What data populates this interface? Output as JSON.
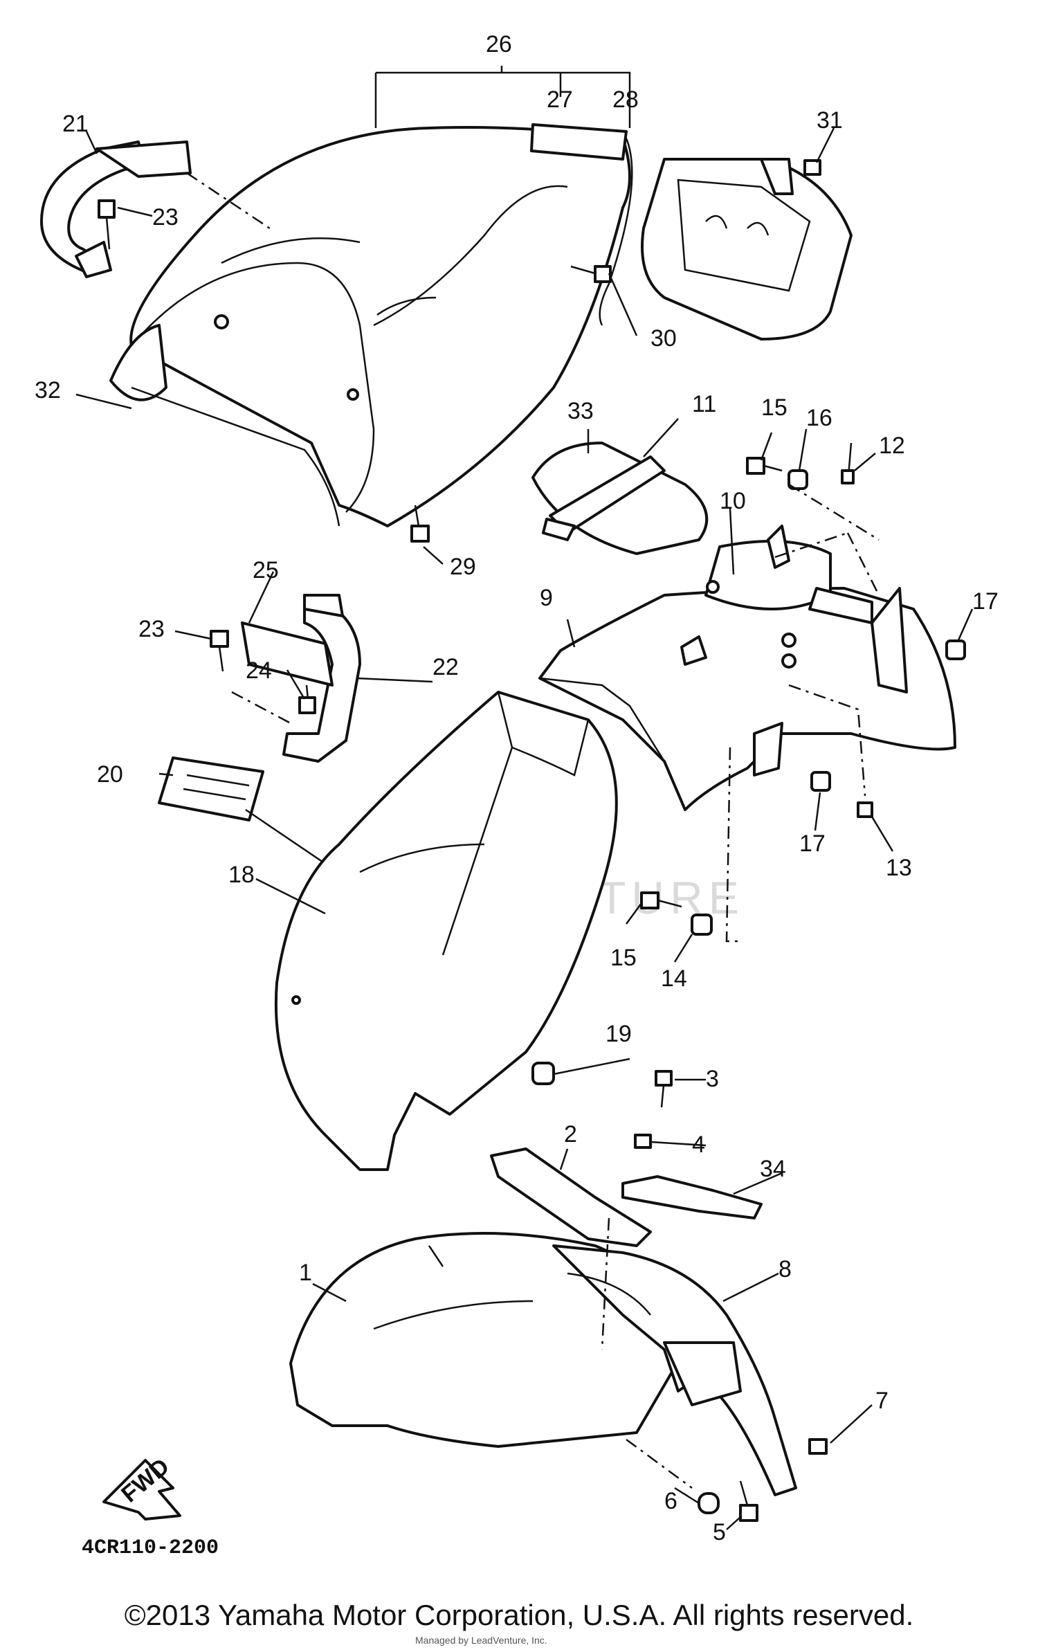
{
  "diagram": {
    "drawing_code": "4CR110-2200",
    "watermark": "LEADVENTURE",
    "fwd_arrow_label": "FWD",
    "callouts": [
      {
        "id": "c1",
        "label": "1"
      },
      {
        "id": "c2",
        "label": "2"
      },
      {
        "id": "c3",
        "label": "3"
      },
      {
        "id": "c4",
        "label": "4"
      },
      {
        "id": "c5",
        "label": "5"
      },
      {
        "id": "c6",
        "label": "6"
      },
      {
        "id": "c7",
        "label": "7"
      },
      {
        "id": "c8",
        "label": "8"
      },
      {
        "id": "c9",
        "label": "9"
      },
      {
        "id": "c10",
        "label": "10"
      },
      {
        "id": "c11",
        "label": "11"
      },
      {
        "id": "c12",
        "label": "12"
      },
      {
        "id": "c13",
        "label": "13"
      },
      {
        "id": "c14",
        "label": "14"
      },
      {
        "id": "c15a",
        "label": "15"
      },
      {
        "id": "c15b",
        "label": "15"
      },
      {
        "id": "c16",
        "label": "16"
      },
      {
        "id": "c17a",
        "label": "17"
      },
      {
        "id": "c17b",
        "label": "17"
      },
      {
        "id": "c18",
        "label": "18"
      },
      {
        "id": "c19",
        "label": "19"
      },
      {
        "id": "c20",
        "label": "20"
      },
      {
        "id": "c21",
        "label": "21"
      },
      {
        "id": "c22",
        "label": "22"
      },
      {
        "id": "c23a",
        "label": "23"
      },
      {
        "id": "c23b",
        "label": "23"
      },
      {
        "id": "c24",
        "label": "24"
      },
      {
        "id": "c25",
        "label": "25"
      },
      {
        "id": "c26",
        "label": "26"
      },
      {
        "id": "c27",
        "label": "27"
      },
      {
        "id": "c28",
        "label": "28"
      },
      {
        "id": "c29",
        "label": "29"
      },
      {
        "id": "c30",
        "label": "30"
      },
      {
        "id": "c31",
        "label": "31"
      },
      {
        "id": "c32",
        "label": "32"
      },
      {
        "id": "c33",
        "label": "33"
      },
      {
        "id": "c34",
        "label": "34"
      }
    ]
  },
  "footer": {
    "copyright": "©2013 Yamaha Motor Corporation, U.S.A. All rights reserved.",
    "stamp": "Managed by LeadVenture, Inc."
  }
}
